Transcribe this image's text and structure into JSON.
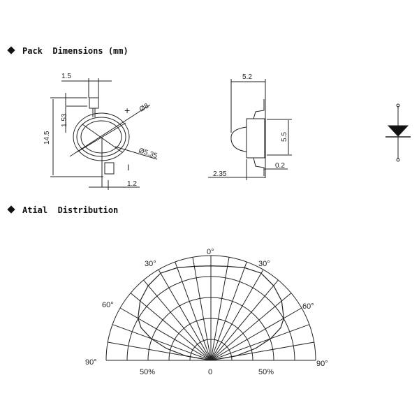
{
  "sections": {
    "pack_title": "Pack  Dimensions (mm)",
    "dist_title": "Atial  Distribution"
  },
  "front_view": {
    "dim_lead_width": "1.5",
    "dim_lead_len": "1.53",
    "dim_total_len": "14.5",
    "dim_outer_dia": "Ø8",
    "dim_lens_dia": "Ø5.35",
    "dim_lead_w2": "1.2",
    "plus_mark": "+",
    "minus_mark": "I"
  },
  "side_view": {
    "dim_width": "5.2",
    "dim_height": "5.5",
    "dim_thick": "0.2",
    "dim_offset": "2.35"
  },
  "chart_data": {
    "type": "polar",
    "title": "Atial Distribution",
    "angle_labels": {
      "top": "0°",
      "left30": "30°",
      "right30": "30°",
      "left60": "60°",
      "right60": "60°",
      "left90": "90°",
      "right90": "90°"
    },
    "radial_labels": {
      "left": "50%",
      "center": "0",
      "right": "50%"
    },
    "rings": 5,
    "radial_step_deg": 10,
    "pattern": {
      "angles_deg": [
        -90,
        -80,
        -75,
        -70,
        -65,
        -60,
        -50,
        -40,
        -30,
        -20,
        -10,
        0,
        10,
        20,
        30,
        40,
        50,
        60,
        65,
        70,
        75,
        80,
        90
      ],
      "relative_intensity": [
        0,
        0.25,
        0.45,
        0.62,
        0.75,
        0.82,
        0.9,
        0.95,
        0.98,
        0.96,
        0.93,
        0.92,
        0.93,
        0.96,
        0.98,
        0.95,
        0.9,
        0.82,
        0.75,
        0.62,
        0.45,
        0.25,
        0
      ]
    }
  }
}
